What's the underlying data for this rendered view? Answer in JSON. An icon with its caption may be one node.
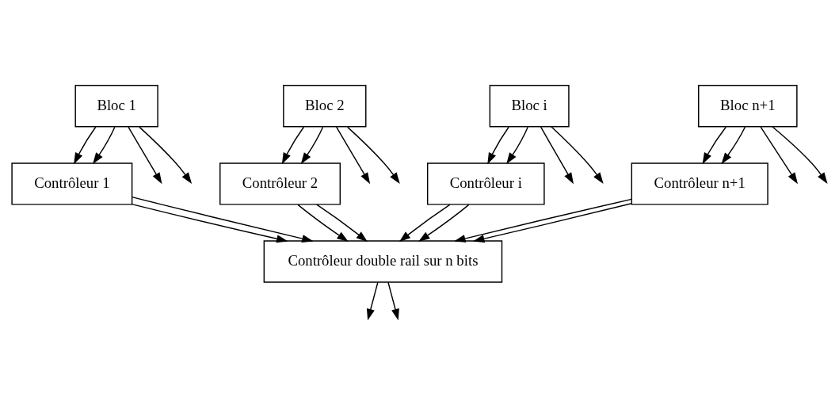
{
  "diagram": {
    "nodes": [
      {
        "text": [
          "Bloc 1"
        ]
      },
      {
        "text": [
          "Bloc 2"
        ]
      },
      {
        "text": [
          "Contrôleur 1"
        ]
      },
      {
        "text": [
          "Contrôleur 2"
        ]
      },
      {
        "text": [
          "Bloc i"
        ]
      },
      {
        "text": [
          "Bloc n+1"
        ]
      },
      {
        "text": [
          "Contrôleur i"
        ]
      },
      {
        "text": [
          "Contrôleur n+1"
        ]
      },
      {
        "text": [
          "Contrôleur double rail sur n bits"
        ]
      }
    ],
    "edges": [
      {
        "from": 0,
        "to": null,
        "arrow": "to"
      },
      {
        "from": 0,
        "to": null,
        "arrow": "to"
      },
      {
        "from": 0,
        "to": 2,
        "arrow": "to"
      },
      {
        "from": 0,
        "to": 2,
        "arrow": "to"
      },
      {
        "from": 1,
        "to": null,
        "arrow": "to"
      },
      {
        "from": 1,
        "to": null,
        "arrow": "to"
      },
      {
        "from": 1,
        "to": 3,
        "arrow": "to"
      },
      {
        "from": 1,
        "to": 3,
        "arrow": "to"
      },
      {
        "from": 4,
        "to": null,
        "arrow": "to"
      },
      {
        "from": 4,
        "to": null,
        "arrow": "to"
      },
      {
        "from": 4,
        "to": 6,
        "arrow": "to"
      },
      {
        "from": 4,
        "to": 6,
        "arrow": "to"
      },
      {
        "from": 5,
        "to": null,
        "arrow": "to"
      },
      {
        "from": 5,
        "to": null,
        "arrow": "to"
      },
      {
        "from": 5,
        "to": 7,
        "arrow": "to"
      },
      {
        "from": 5,
        "to": 7,
        "arrow": "to"
      },
      {
        "from": 2,
        "to": 8,
        "arrow": "to"
      },
      {
        "from": 2,
        "to": 8,
        "arrow": "to"
      },
      {
        "from": 3,
        "to": 8,
        "arrow": "to"
      },
      {
        "from": 3,
        "to": 8,
        "arrow": "to"
      },
      {
        "from": 6,
        "to": 8,
        "arrow": "to"
      },
      {
        "from": 6,
        "to": 8,
        "arrow": "to"
      },
      {
        "from": 7,
        "to": 8,
        "arrow": "to"
      },
      {
        "from": 7,
        "to": 8,
        "arrow": "to"
      },
      {
        "from": 8,
        "to": null,
        "arrow": "to"
      },
      {
        "from": 8,
        "to": null,
        "arrow": "to"
      }
    ]
  }
}
